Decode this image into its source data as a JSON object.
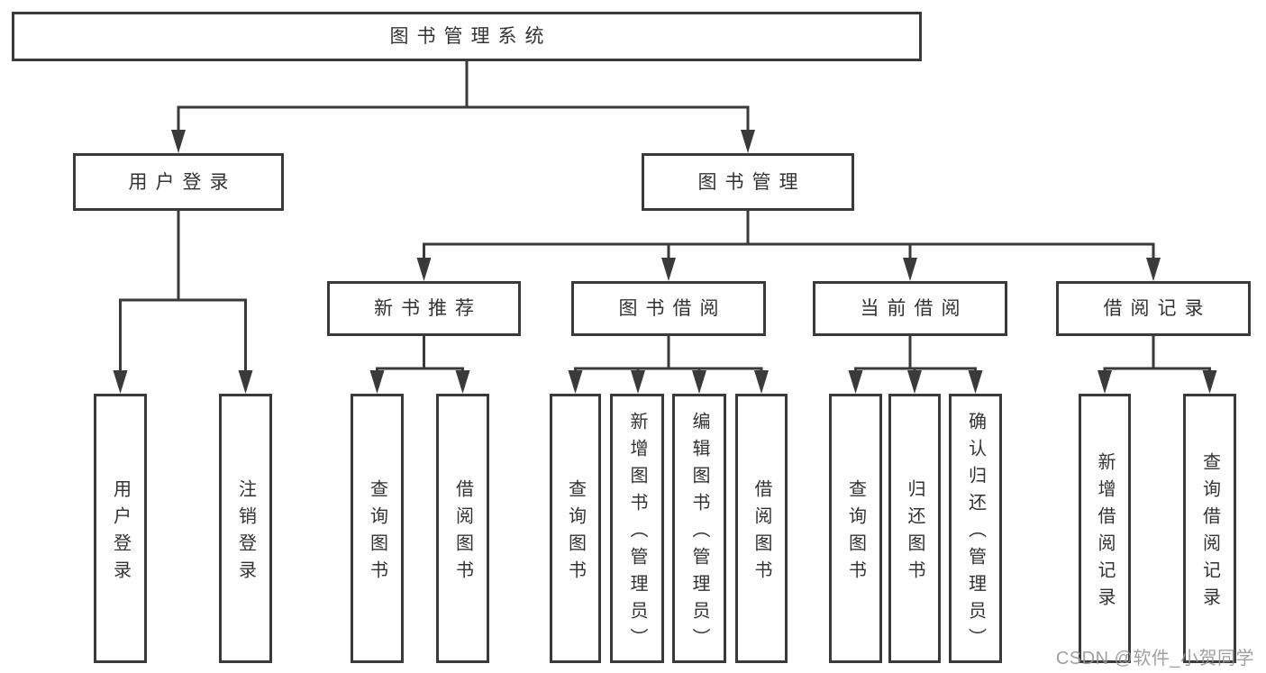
{
  "colors": {
    "line": "#3a3a3a",
    "node_border": "#3a3a3a",
    "node_text": "#333333",
    "background": "#ffffff",
    "watermark": "#969696"
  },
  "tree": {
    "root": {
      "label": "图书管理系统"
    },
    "branches": [
      {
        "label": "用户登录",
        "leaves": [
          {
            "label": "用户登录"
          },
          {
            "label": "注销登录"
          }
        ]
      },
      {
        "label": "图书管理",
        "groups": [
          {
            "label": "新书推荐",
            "leaves": [
              {
                "label": "查询图书"
              },
              {
                "label": "借阅图书"
              }
            ]
          },
          {
            "label": "图书借阅",
            "leaves": [
              {
                "label": "查询图书"
              },
              {
                "label": "新增图书（管理员）"
              },
              {
                "label": "编辑图书（管理员）"
              },
              {
                "label": "借阅图书"
              }
            ]
          },
          {
            "label": "当前借阅",
            "leaves": [
              {
                "label": "查询图书"
              },
              {
                "label": "归还图书"
              },
              {
                "label": "确认归还（管理员）"
              }
            ]
          },
          {
            "label": "借阅记录",
            "leaves": [
              {
                "label": "新增借阅记录"
              },
              {
                "label": "查询借阅记录"
              }
            ]
          }
        ]
      }
    ]
  },
  "watermark": {
    "text": "CSDN @软件_小贺同学"
  }
}
